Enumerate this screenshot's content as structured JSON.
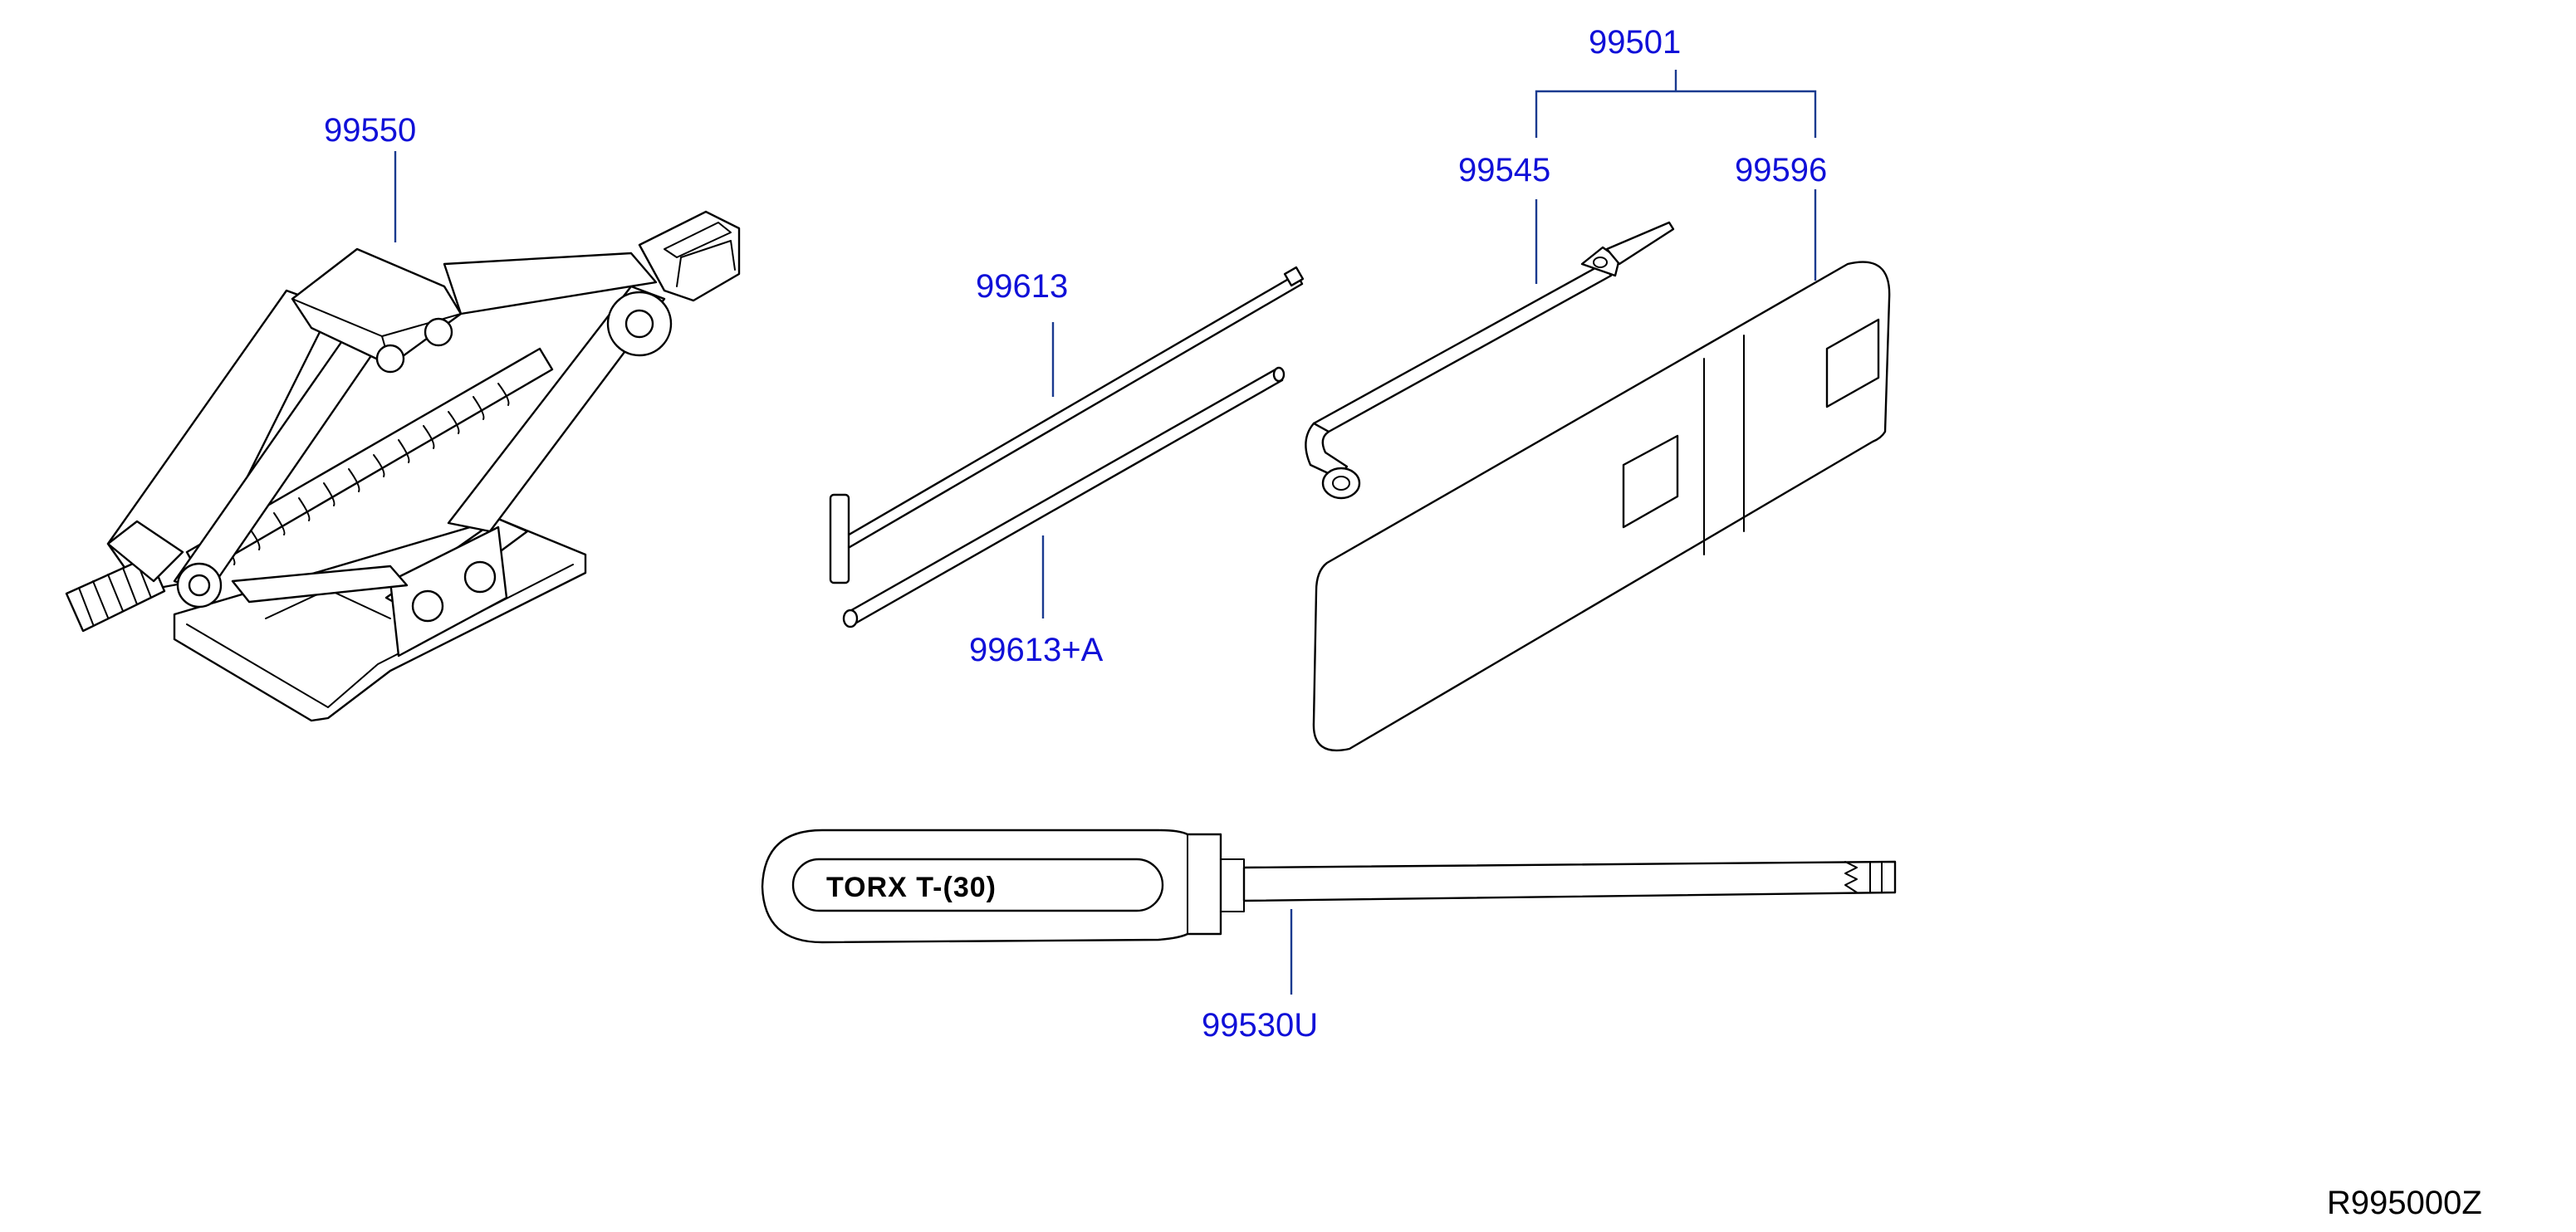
{
  "parts": {
    "jack": {
      "number": "99550"
    },
    "rod": {
      "number": "99613"
    },
    "rod_extension": {
      "number": "99613+A"
    },
    "tool_kit": {
      "number": "99501"
    },
    "wrench": {
      "number": "99545"
    },
    "tool_bag": {
      "number": "99596"
    },
    "screwdriver": {
      "number": "99530U",
      "handle_label": "TORX  T-(30)"
    }
  },
  "figure_code": "R995000Z",
  "colors": {
    "callout_text": "#1010d8",
    "leader_line": "#1a3a8f",
    "drawing": "#000000",
    "background": "#ffffff"
  }
}
